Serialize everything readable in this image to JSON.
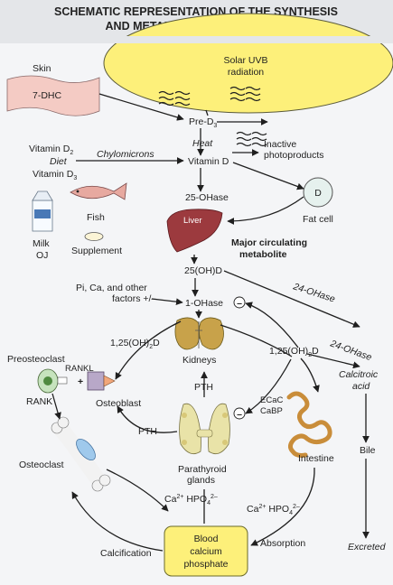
{
  "title": {
    "line1": "SCHEMATIC REPRESENTATION OF THE SYNTHESIS",
    "line2": "AND METABOLISM OF VITAMIN D"
  },
  "labels": {
    "skin": "Skin",
    "seven_dhc": "7-DHC",
    "solar_1": "Solar UVB",
    "solar_2": "radiation",
    "pre_d3": "Pre-D",
    "pre_d3_sub": "3",
    "heat": "Heat",
    "inactive_1": "Inactive",
    "inactive_2": "photoproducts",
    "vitamin_d2": "Vitamin D",
    "vitamin_d2_sub": "2",
    "diet": "Diet",
    "vitamin_d3": "Vitamin D",
    "vitamin_d3_sub": "3",
    "chylomicrons": "Chylomicrons",
    "vitamin_d": "Vitamin D",
    "d_circle": "D",
    "fat_cell": "Fat cell",
    "fish": "Fish",
    "milk_1": "Milk",
    "milk_2": "OJ",
    "supplement": "Supplement",
    "oh25_ase": "25-OHase",
    "liver": "Liver",
    "major_1": "Major circulating",
    "major_2": "metabolite",
    "oh25d": "25(OH)D",
    "oh24_ase_a": "24-OHase",
    "factors_1": "Pi, Ca, and other",
    "factors_2": "factors +/–",
    "oh1_ase": "1-OHase",
    "minus": "–",
    "oh125d_left": "1,25(OH)",
    "oh125d_left_sub": "2",
    "oh125d_left_end": "D",
    "oh125d_right": "1,25(OH)",
    "oh125d_right_sub": "2",
    "oh125d_right_end": "D",
    "oh24_ase_b": "24-OHase",
    "kidneys": "Kidneys",
    "calcitroic_1": "Calcitroic",
    "calcitroic_2": "acid",
    "preosteoclast": "Preosteoclast",
    "rankl": "RANKL",
    "rank": "RANK",
    "plus": "+",
    "osteoblast": "Osteoblast",
    "pth_1": "PTH",
    "pth_2": "PTH",
    "ecac": "ECaC",
    "cabp": "CaBP",
    "osteoclast": "Osteoclast",
    "parathyroid_1": "Parathyroid",
    "parathyroid_2": "glands",
    "intestine": "Intestine",
    "bile": "Bile",
    "ca_hpo4_left": "Ca",
    "ca_hpo4_right": "Ca",
    "absorption": "Absorption",
    "calcification": "Calcification",
    "blood_1": "Blood",
    "blood_2": "calcium",
    "blood_3": "phosphate",
    "excreted": "Excreted"
  },
  "colors": {
    "sun": "#fdf07a",
    "skin": "#f4cbc4",
    "liver": "#9c3a3e",
    "kidney": "#c8a24a",
    "parathyroid": "#e9e3a8",
    "intestine": "#c98d3a",
    "blood_box": "#fdf07a",
    "arrow": "#1f1f1f"
  }
}
